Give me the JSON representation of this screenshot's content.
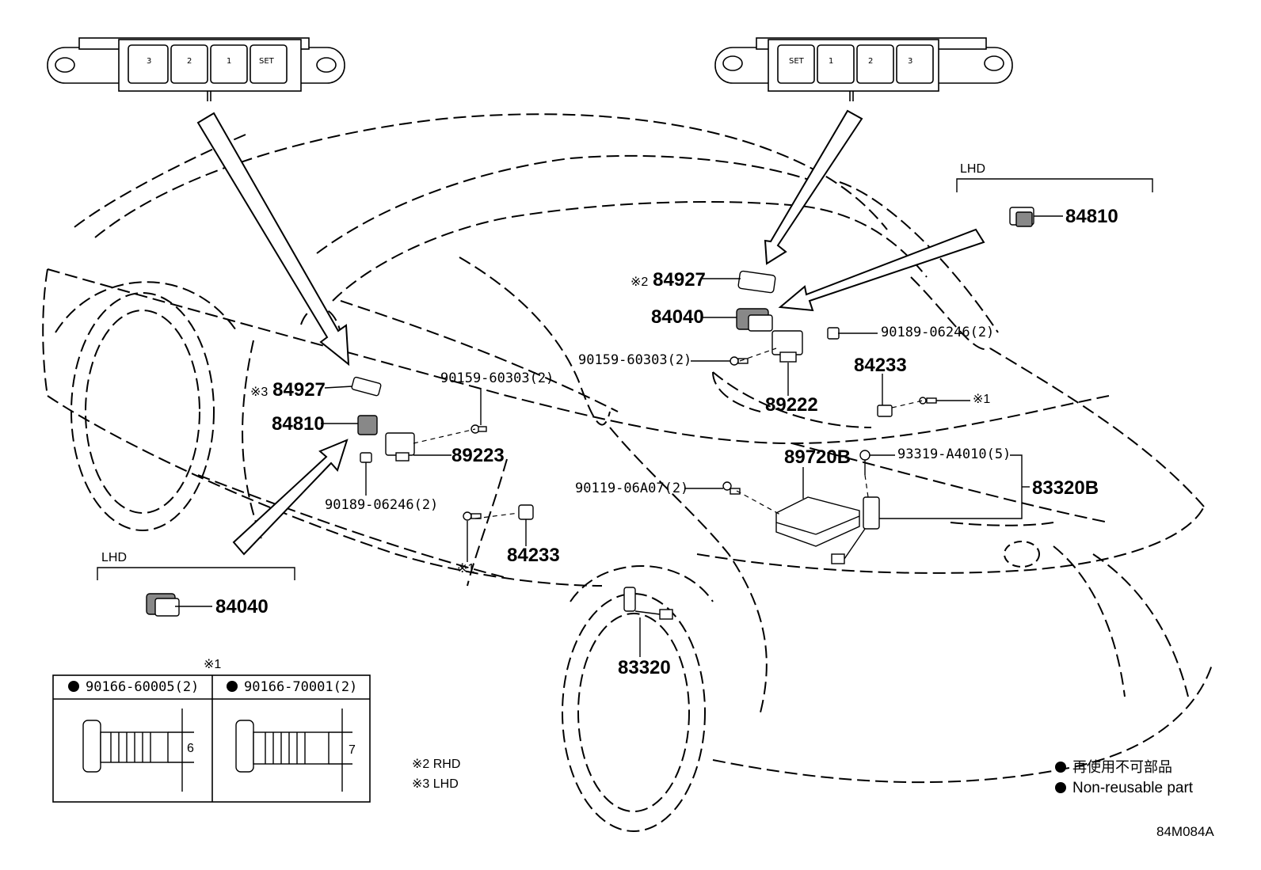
{
  "figure_code": "84M084A",
  "switch_left": {
    "buttons": [
      "3",
      "2",
      "1",
      "SET"
    ]
  },
  "switch_right": {
    "buttons": [
      "SET",
      "1",
      "2",
      "3"
    ]
  },
  "lhd_top": {
    "title": "LHD",
    "part": "84810"
  },
  "lhd_bottom": {
    "title": "LHD",
    "part": "84040"
  },
  "parts": {
    "p84927_rhd": {
      "mark": "※2",
      "number": "84927"
    },
    "p84040": "84040",
    "p90189_r": "90189-06246(2)",
    "p90159_r": "90159-60303(2)",
    "p84233_r": "84233",
    "p89222": "89222",
    "mark1_r": "※1",
    "p84927_lhd": {
      "mark": "※3",
      "number": "84927"
    },
    "p90159_l": "90159-60303(2)",
    "p84810": "84810",
    "p89223": "89223",
    "p90189_l": "90189-06246(2)",
    "p84233_l": "84233",
    "mark1_l": "※1",
    "p89720b": "89720B",
    "p93319": "93319-A4010(5)",
    "p83320b": "83320B",
    "p90119": "90119-06A07(2)",
    "p83320": "83320"
  },
  "bolt_table": {
    "mark": "※1",
    "left": {
      "part": "90166-60005(2)",
      "dimension": "6"
    },
    "right": {
      "part": "90166-70001(2)",
      "dimension": "7"
    }
  },
  "notes": [
    "※2 RHD",
    "※3 LHD"
  ],
  "legend": [
    "再使用不可部品",
    "Non-reusable part"
  ]
}
